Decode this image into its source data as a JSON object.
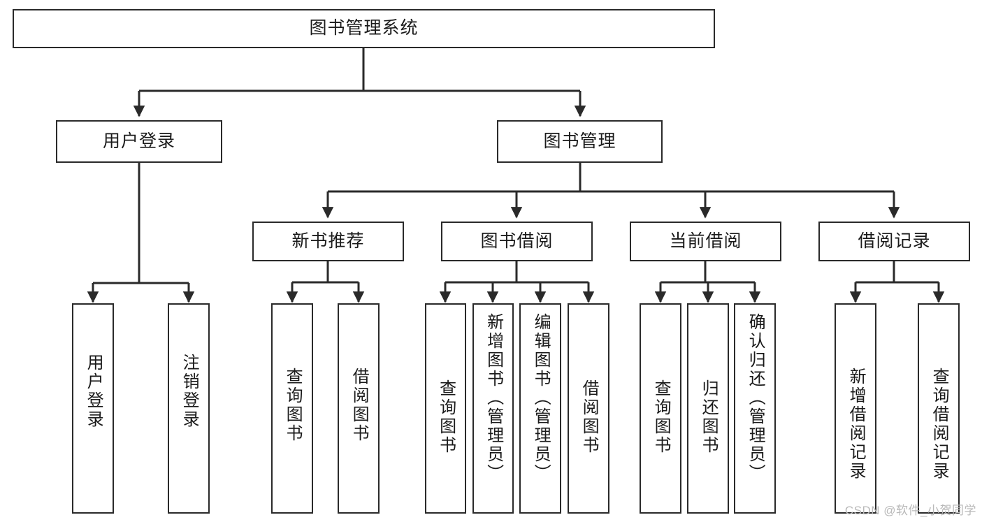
{
  "diagram": {
    "title": "图书管理系统",
    "type": "tree",
    "watermark": "CSDN @软件_小贺同学",
    "colors": {
      "box_border": "#2a2a2a",
      "box_fill": "#ffffff",
      "edge": "#2a2a2a",
      "text": "#1a1a1a",
      "watermark": "#b9b9b9"
    },
    "levels": {
      "root": [
        "图书管理系统"
      ],
      "level2": [
        "用户登录",
        "图书管理"
      ],
      "level3": [
        "新书推荐",
        "图书借阅",
        "当前借阅",
        "借阅记录"
      ],
      "leaves": [
        "用户登录",
        "注销登录",
        "查询图书",
        "借阅图书",
        "查询图书",
        "新增图书（管理员）",
        "编辑图书（管理员）",
        "借阅图书",
        "查询图书",
        "归还图书",
        "确认归还（管理员）",
        "新增借阅记录",
        "查询借阅记录"
      ]
    },
    "nodes": {
      "root": {
        "label": "图书管理系统"
      },
      "user_login": {
        "label": "用户登录"
      },
      "book_manage": {
        "label": "图书管理"
      },
      "new_book_rec": {
        "label": "新书推荐"
      },
      "book_borrow": {
        "label": "图书借阅"
      },
      "current_borrow": {
        "label": "当前借阅"
      },
      "borrow_record": {
        "label": "借阅记录"
      },
      "leaf_user_login": {
        "label": "用户登录"
      },
      "leaf_logout": {
        "label": "注销登录"
      },
      "leaf_query_book_1": {
        "label": "查询图书"
      },
      "leaf_borrow_book_1": {
        "label": "借阅图书"
      },
      "leaf_query_book_2": {
        "label": "查询图书"
      },
      "leaf_add_book": {
        "label": "新增图书（管理员）"
      },
      "leaf_edit_book": {
        "label": "编辑图书（管理员）"
      },
      "leaf_borrow_book_2": {
        "label": "借阅图书"
      },
      "leaf_query_book_3": {
        "label": "查询图书"
      },
      "leaf_return_book": {
        "label": "归还图书"
      },
      "leaf_confirm_return": {
        "label": "确认归还（管理员）"
      },
      "leaf_add_record": {
        "label": "新增借阅记录"
      },
      "leaf_query_record": {
        "label": "查询借阅记录"
      }
    },
    "edges": [
      {
        "from": "root",
        "to": "user_login"
      },
      {
        "from": "root",
        "to": "book_manage"
      },
      {
        "from": "user_login",
        "to": "leaf_user_login"
      },
      {
        "from": "user_login",
        "to": "leaf_logout"
      },
      {
        "from": "book_manage",
        "to": "new_book_rec"
      },
      {
        "from": "book_manage",
        "to": "book_borrow"
      },
      {
        "from": "book_manage",
        "to": "current_borrow"
      },
      {
        "from": "book_manage",
        "to": "borrow_record"
      },
      {
        "from": "new_book_rec",
        "to": "leaf_query_book_1"
      },
      {
        "from": "new_book_rec",
        "to": "leaf_borrow_book_1"
      },
      {
        "from": "book_borrow",
        "to": "leaf_query_book_2"
      },
      {
        "from": "book_borrow",
        "to": "leaf_add_book"
      },
      {
        "from": "book_borrow",
        "to": "leaf_edit_book"
      },
      {
        "from": "book_borrow",
        "to": "leaf_borrow_book_2"
      },
      {
        "from": "current_borrow",
        "to": "leaf_query_book_3"
      },
      {
        "from": "current_borrow",
        "to": "leaf_return_book"
      },
      {
        "from": "current_borrow",
        "to": "leaf_confirm_return"
      },
      {
        "from": "borrow_record",
        "to": "leaf_add_record"
      },
      {
        "from": "borrow_record",
        "to": "leaf_query_record"
      }
    ]
  }
}
